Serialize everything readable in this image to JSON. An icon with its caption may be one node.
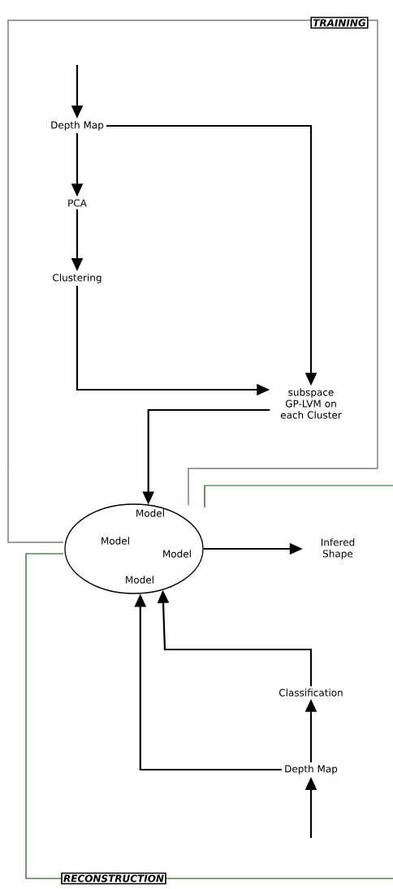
{
  "diagram": {
    "nodes": [
      {
        "text": [
          "Depth Map"
        ]
      },
      {
        "text": [
          "PCA"
        ]
      },
      {
        "text": [
          "Clustering"
        ]
      },
      {
        "text": [
          "subspace GP-LVM on each Cluster"
        ]
      },
      {
        "text": [
          "Model",
          "Model",
          "Model",
          "Model"
        ]
      },
      {
        "text": [
          "Infered Shape"
        ]
      },
      {
        "text": [
          "Classification"
        ]
      },
      {
        "text": [
          "Depth Map"
        ]
      }
    ],
    "edges": [
      {
        "from": null,
        "to": 0,
        "arrow": "to"
      },
      {
        "from": 0,
        "to": 1,
        "arrow": "to"
      },
      {
        "from": 1,
        "to": 2,
        "arrow": "to"
      },
      {
        "from": 0,
        "to": 3,
        "arrow": "to"
      },
      {
        "from": 2,
        "to": 3,
        "arrow": "to"
      },
      {
        "from": 3,
        "to": 4,
        "arrow": "to"
      },
      {
        "from": 4,
        "to": 5,
        "arrow": "to"
      },
      {
        "from": 6,
        "to": 4,
        "arrow": "to"
      },
      {
        "from": 7,
        "to": 4,
        "arrow": "to"
      },
      {
        "from": 7,
        "to": 6,
        "arrow": "to"
      },
      {
        "from": null,
        "to": 7,
        "arrow": "to"
      }
    ],
    "labels": [
      "TRAINING",
      "RECONSTRUCTION"
    ]
  }
}
